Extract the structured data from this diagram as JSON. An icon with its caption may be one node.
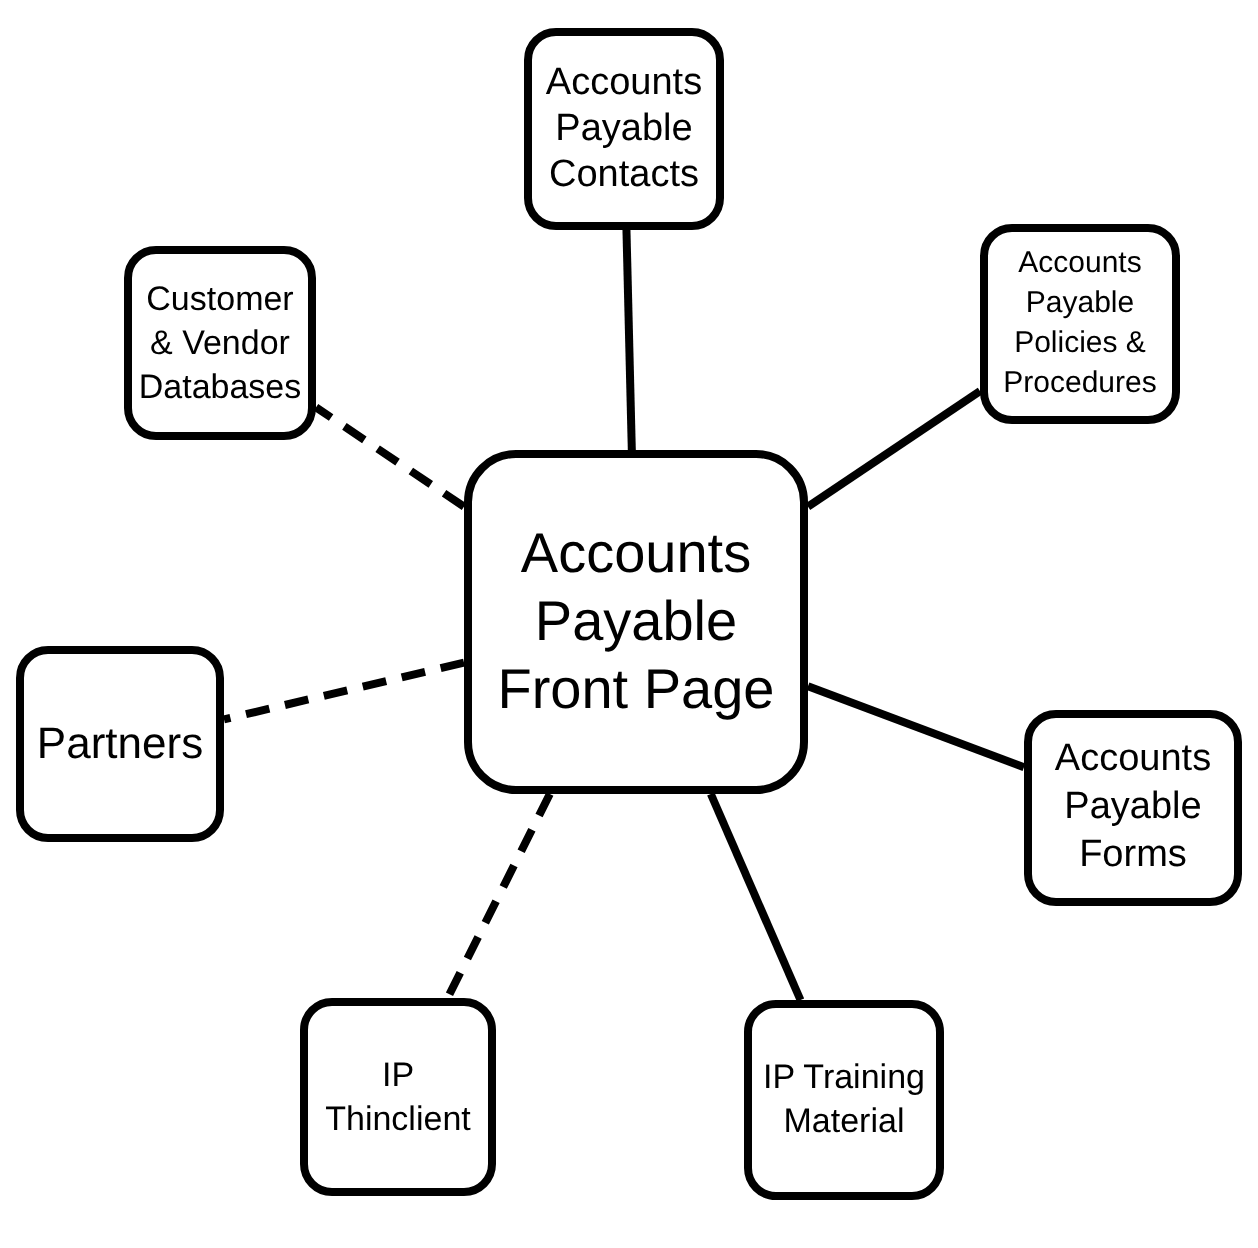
{
  "diagram": {
    "nodes": [
      {
        "text": [
          "Accounts Payable Front Page"
        ]
      },
      {
        "text": [
          "Accounts Payable Contacts"
        ]
      },
      {
        "text": [
          "Customer & Vendor Databases"
        ]
      },
      {
        "text": [
          "Accounts Payable Policies & Procedures"
        ]
      },
      {
        "text": [
          "Partners"
        ]
      },
      {
        "text": [
          "Accounts Payable Forms"
        ]
      },
      {
        "text": [
          "IP Thinclient"
        ]
      },
      {
        "text": [
          "IP Training Material"
        ]
      }
    ],
    "edges": [
      {
        "from": 0,
        "to": 1,
        "arrow": "none"
      },
      {
        "from": 0,
        "to": 2,
        "arrow": "none",
        "style": "dashed"
      },
      {
        "from": 0,
        "to": 3,
        "arrow": "none"
      },
      {
        "from": 0,
        "to": 4,
        "arrow": "none",
        "style": "dashed"
      },
      {
        "from": 0,
        "to": 5,
        "arrow": "none"
      },
      {
        "from": 0,
        "to": 6,
        "arrow": "none",
        "style": "dashed"
      },
      {
        "from": 0,
        "to": 7,
        "arrow": "none"
      }
    ]
  }
}
